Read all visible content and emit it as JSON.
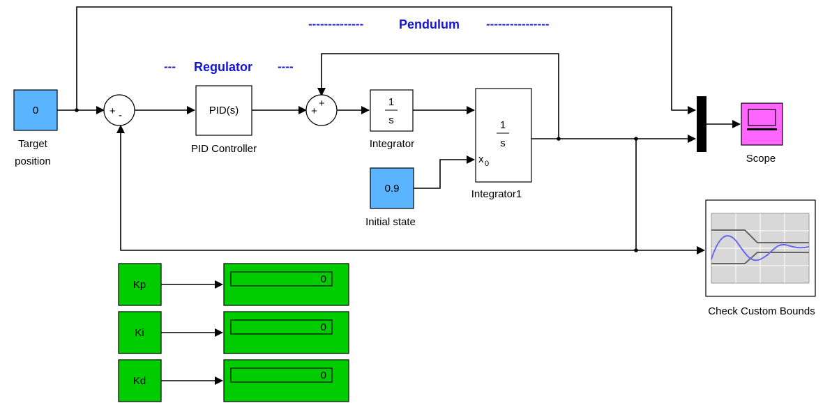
{
  "annotations": {
    "pendulum_dashes_left": "--------------",
    "pendulum_label": "Pendulum",
    "pendulum_dashes_right": "----------------",
    "regulator_dashes_left": "---",
    "regulator_label": "Regulator",
    "regulator_dashes_right": "----"
  },
  "blocks": {
    "target": {
      "value": "0",
      "label_line1": "Target",
      "label_line2": "position"
    },
    "sum1": {
      "sign_a": "+",
      "sign_b": "-"
    },
    "pid": {
      "text": "PID(s)",
      "label": "PID Controller"
    },
    "sum2": {
      "sign_a": "+",
      "sign_b": "+"
    },
    "integrator": {
      "num": "1",
      "den": "s",
      "label": "Integrator"
    },
    "integrator1": {
      "num": "1",
      "den": "s",
      "x0": "x",
      "x0_sub": "0",
      "label": "Integrator1"
    },
    "initial_state": {
      "value": "0.9",
      "label": "Initial state"
    },
    "scope": {
      "label": "Scope"
    },
    "check_bounds": {
      "label": "Check Custom Bounds"
    },
    "gains": [
      {
        "name": "Kp",
        "display_value": "0"
      },
      {
        "name": "Ki",
        "display_value": "0"
      },
      {
        "name": "Kd",
        "display_value": "0"
      }
    ]
  },
  "colors": {
    "constant_fill": "#5ab4ff",
    "gain_fill": "#00cc00",
    "scope_fill": "#ff66ff",
    "annotation": "#1414d2"
  }
}
